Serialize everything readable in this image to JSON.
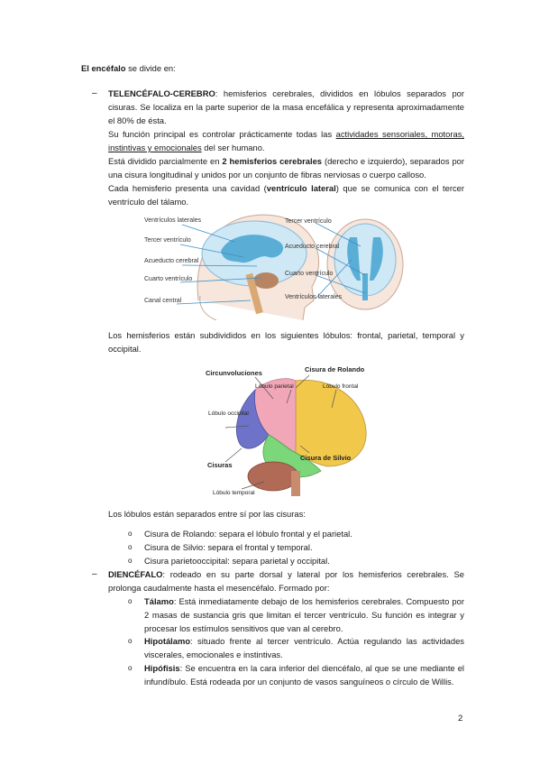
{
  "intro": {
    "bold": "El encéfalo",
    "rest": " se divide en:"
  },
  "telencefalo": {
    "title": "TELENCÉFALO-CEREBRO",
    "p1": ": hemisferios cerebrales, divididos en lóbulos separados por cisuras. Se localiza en la parte superior de la masa encefálica y representa aproximadamente el 80% de ésta.",
    "p2a": "Su función principal es controlar prácticamente todas las ",
    "p2u": "actividades sensoriales, motoras, instintivas y emocionales",
    "p2b": " del ser humano.",
    "p3a": "Está dividido parcialmente en ",
    "p3b": "2 hemisferios cerebrales",
    "p3c": " (derecho e izquierdo), separados por una cisura longitudinal y unidos por un conjunto de fibras nerviosas o cuerpo calloso.",
    "p4a": "Cada hemisferio presenta una cavidad (",
    "p4b": "ventrículo lateral",
    "p4c": ") que se comunica con el tercer ventrículo del tálamo."
  },
  "fig1": {
    "left_labels": [
      "Ventrículos laterales",
      "Tercer ventrículo",
      "Acueducto cerebral",
      "Cuarto ventrículo",
      "Canal central"
    ],
    "right_labels": [
      "Tercer ventrículo",
      "Acueducto cerebral",
      "Cuarto ventrículo",
      "Ventrículos laterales"
    ]
  },
  "lobulos_text": "Los hemisferios están subdivididos en los siguientes lóbulos: frontal, parietal, temporal y occipital.",
  "fig2": {
    "circunvoluciones": "Circunvoluciones",
    "cisura_rolando": "Cisura de Rolando",
    "lobulo_parietal": "Lóbulo parietal",
    "lobulo_frontal": "Lóbulo frontal",
    "lobulo_occipital": "Lóbulo occipital",
    "cisuras": "Cisuras",
    "cisura_silvio": "Cisura de Silvio",
    "lobulo_temporal": "Lóbulo temporal",
    "colors": {
      "frontal": "#f2c84b",
      "parietal": "#f2a7b8",
      "occipital": "#6f72c9",
      "temporal": "#7cd67a",
      "cerebelo": "#b06a55"
    }
  },
  "cisuras_intro": "Los lóbulos están separados entre sí por las cisuras:",
  "cisuras_list": [
    "Cisura de Rolando: separa el lóbulo frontal y el parietal.",
    "Cisura de Silvio: separa el frontal y temporal.",
    "Cisura parietooccipital: separa parietal y occipital."
  ],
  "diencefalo": {
    "title": "DIENCÉFALO",
    "text": ": rodeado en su parte dorsal y lateral por los hemisferios cerebrales. Se prolonga caudalmente hasta el mesencéfalo. Formado por:"
  },
  "dien_items": [
    {
      "term": "Tálamo",
      "text": ": Está inmediatamente debajo de los hemisferios cerebrales. Compuesto por 2 masas de sustancia gris que limitan el tercer ventrículo. Su función es integrar y procesar los estímulos sensitivos que van al cerebro."
    },
    {
      "term": "Hipotálamo",
      "text": ": situado frente al tercer ventrículo. Actúa regulando las actividades viscerales, emocionales e instintivas."
    },
    {
      "term": "Hipófisis",
      "text": ": Se encuentra en la cara inferior del diencéfalo, al que se une mediante el infundíbulo. Está rodeada por un conjunto de vasos sanguíneos o círculo de Willis."
    }
  ],
  "bullet_char": "o",
  "page_number": "2"
}
